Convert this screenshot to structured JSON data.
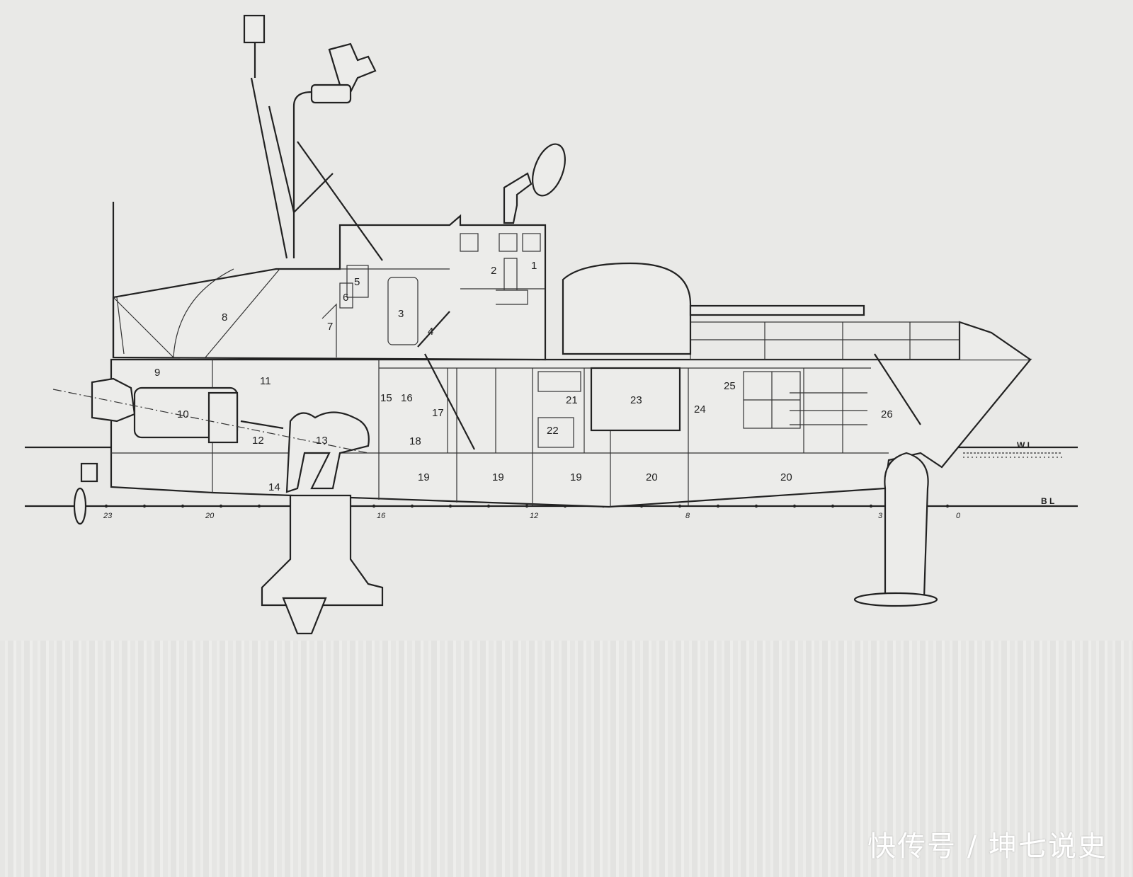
{
  "diagram": {
    "callouts": [
      "1",
      "2",
      "3",
      "4",
      "5",
      "6",
      "7",
      "8",
      "9",
      "10",
      "11",
      "12",
      "13",
      "14",
      "15",
      "16",
      "17",
      "18",
      "19",
      "20",
      "21",
      "22",
      "23",
      "24",
      "25",
      "26"
    ],
    "compartment_labels": {
      "c19a": "19",
      "c19b": "19",
      "c19c": "19",
      "c20a": "20",
      "c20b": "20"
    },
    "waterline_label": "W L",
    "baseline_label": "B L",
    "frame_ticks": [
      "23",
      "20",
      "16",
      "12",
      "8",
      "3",
      "0"
    ]
  },
  "watermark": "快传号 / 坤七说史"
}
